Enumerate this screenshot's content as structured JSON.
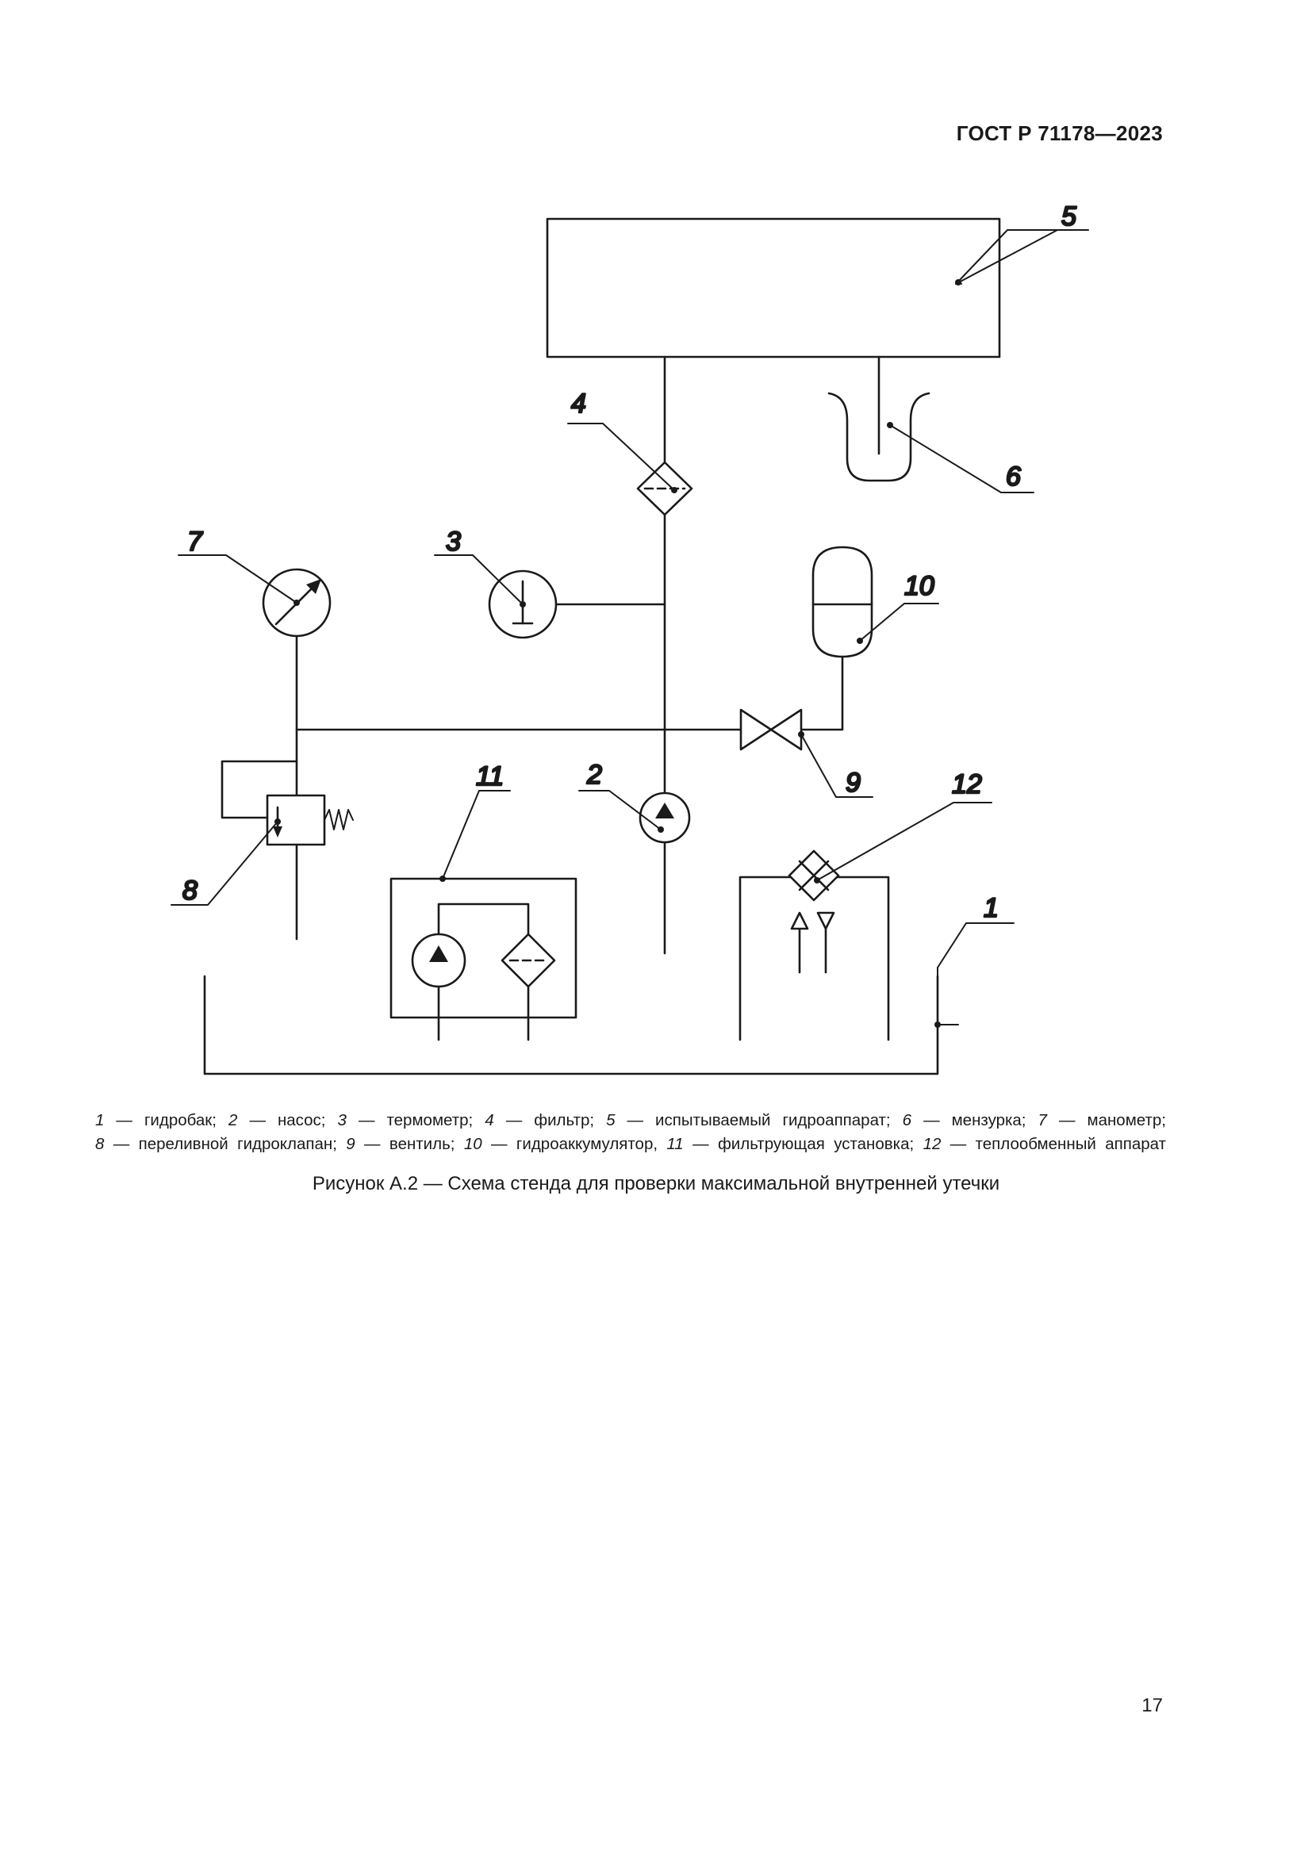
{
  "header": {
    "doc_id": "ГОСТ Р 71178—2023"
  },
  "diagram": {
    "labels": [
      "1",
      "2",
      "3",
      "4",
      "5",
      "6",
      "7",
      "8",
      "9",
      "10",
      "11",
      "12"
    ]
  },
  "legend": {
    "row1": [
      {
        "num": "1",
        "text": " — гидробак;"
      },
      {
        "num": "2",
        "text": " — насос;"
      },
      {
        "num": "3",
        "text": " — термометр;"
      },
      {
        "num": "4",
        "text": " — фильтр;"
      },
      {
        "num": "5",
        "text": " — испытываемый гидроаппарат;"
      },
      {
        "num": "6",
        "text": " — мензурка;"
      },
      {
        "num": "7",
        "text": " — манометр;"
      }
    ],
    "row2": [
      {
        "num": "8",
        "text": " —  переливной гидроклапан;"
      },
      {
        "num": "9",
        "text": " — вентиль;"
      },
      {
        "num": "10",
        "text": " — гидроаккумулятор,"
      },
      {
        "num": "11",
        "text": " — фильтрующая установка;"
      },
      {
        "num": "12",
        "text": " — теплообменный аппарат"
      }
    ]
  },
  "caption": "Рисунок А.2 — Схема стенда для проверки максимальной внутренней утечки",
  "page_number": "17"
}
